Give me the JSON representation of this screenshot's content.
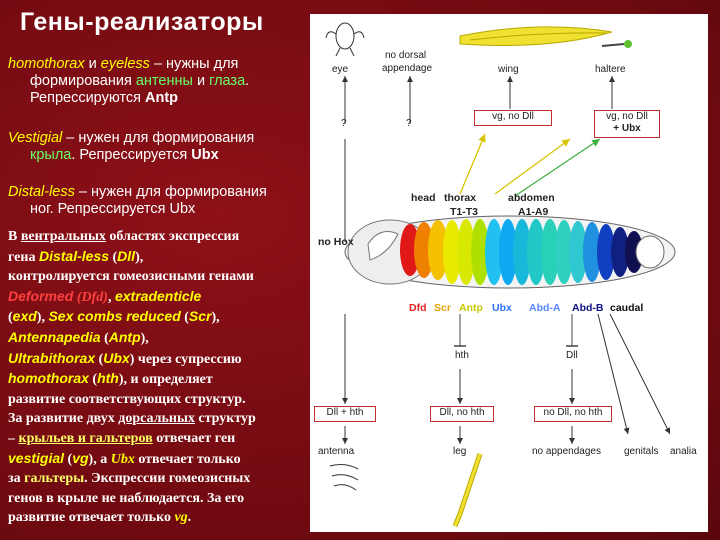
{
  "slide": {
    "title": "Гены-реализаторы",
    "p1": {
      "gene1": "homothorax",
      "and": " и ",
      "gene2": "eyeless",
      "rest1": " – нужны для",
      "line2_pre": "формирования ",
      "line2_hl": "антенны",
      "line2_mid": " и ",
      "line2_hl2": "глаза",
      "line2_end": ".",
      "line3_pre": "Репрессируются ",
      "line3_b": "Antp"
    },
    "p2": {
      "gene": "Vestigial",
      "rest": " – нужен для формирования",
      "line2_hl": "крыла",
      "line2_mid": ". Репрессируется ",
      "line2_b": "Ubx"
    },
    "p3": {
      "gene": "Distal-less",
      "rest": " – нужен для формирования",
      "line2": "ног. Репрессируется Ubx"
    },
    "p4": {
      "t1": "В ",
      "t1u": "вентральных",
      "t1e": " областях экспрессия",
      "t2": "гена ",
      "t2g": "Distal-less",
      "t2o": " (",
      "t2g2": "Dll",
      "t2c": "),",
      "t3": "контролируется гомеозисными генами",
      "t4g": "Deformed",
      "t4s": " (Dfd)",
      "t4m": ", ",
      "t4g2": "extradenticle",
      "t5o": "(",
      "t5g": "exd",
      "t5m": "), ",
      "t5g2": "Sex combs reduced",
      "t5o2": " (",
      "t5g3": "Scr",
      "t5c": "),",
      "t6g": "Antennapedia",
      "t6o": " (",
      "t6g2": "Antp",
      "t6c": "),",
      "t7g": "Ultrabithorax",
      "t7o": " (",
      "t7g2": "Ubx",
      "t7c": ")",
      "t7e": " через супрессию",
      "t8g": "homothorax",
      "t8o": " (",
      "t8g2": "hth",
      "t8c": ")",
      "t8e": ", и определяет",
      "t9": "развитие соответствующих структур.",
      "t10a": "За развитие двух ",
      "t10u": "дорсальных",
      "t10b": " структур",
      "t11a": "– ",
      "t11u": "крыльев и гальтеров",
      "t11b": " отвечает ген",
      "t12g": "vestigial",
      "t12o": " (",
      "t12g2": "vg",
      "t12c": ")",
      "t12m": ", а ",
      "t12s": "Ubx",
      "t12e": " отвечает только",
      "t13a": "за ",
      "t13h": "гальтеры",
      "t13b": ". Экспрессии гомеозисных",
      "t14": "генов в крыле не наблюдается. За его",
      "t15a": "развитие отвечает только ",
      "t15s": "vg",
      "t15e": "."
    }
  },
  "figure": {
    "top_labels": {
      "eye": "eye",
      "no_dorsal": "no dorsal",
      "appendage": "appendage",
      "wing": "wing",
      "haltere": "haltere"
    },
    "q1": "?",
    "q2": "?",
    "box_wing": "vg, no Dll",
    "box_haltere_1": "vg, no Dll",
    "box_haltere_2": "+ Ubx",
    "head": "head",
    "thorax": "thorax",
    "abdomen": "abdomen",
    "t1t3": "T1-T3",
    "a1a9": "A1-A9",
    "no_hox": "no Hox",
    "hox": [
      {
        "label": "Dfd",
        "color": "#e02020"
      },
      {
        "label": "Scr",
        "color": "#e8a000"
      },
      {
        "label": "Antp",
        "color": "#c8c800"
      },
      {
        "label": "Ubx",
        "color": "#3070ff"
      },
      {
        "label": "Abd-A",
        "color": "#5588ff"
      },
      {
        "label": "Abd-B",
        "color": "#101080"
      },
      {
        "label": "caudal",
        "color": "#101010"
      }
    ],
    "hth": "hth",
    "dll": "Dll",
    "box_antenna": "Dll + hth",
    "box_leg": "Dll, no hth",
    "box_noapp": "no Dll, no hth",
    "bottom": {
      "antenna": "antenna",
      "leg": "leg",
      "no_appendages": "no appendages",
      "genitals": "genitals",
      "analia": "analia"
    }
  }
}
